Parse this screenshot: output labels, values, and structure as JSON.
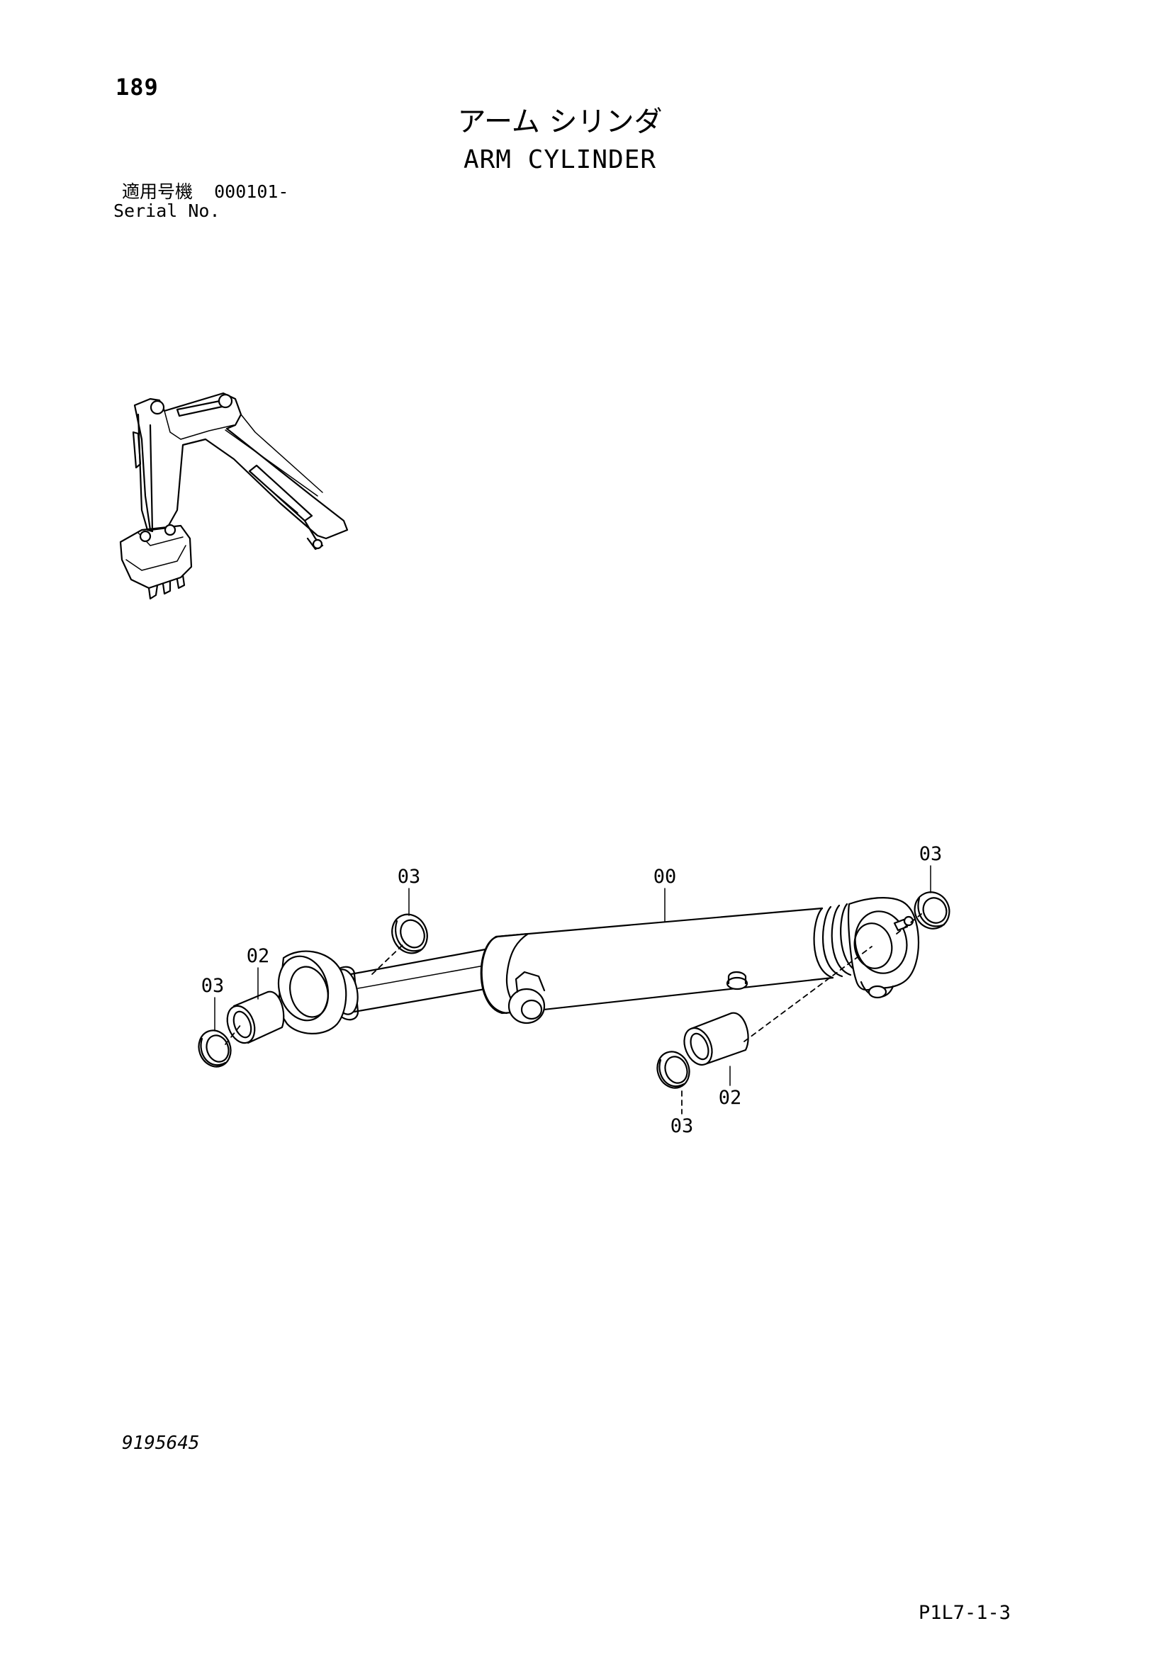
{
  "page_number": "189",
  "title_jp": "アーム シリンダ",
  "title_en": "ARM CYLINDER",
  "serial_label_jp": "適用号機",
  "serial_value": "000101-",
  "serial_label_en": "Serial No.",
  "document_number": "9195645",
  "page_code": "P1L7-1-3",
  "callouts": {
    "assembly": "00",
    "bushing_left": "02",
    "bushing_right": "02",
    "seal_left_outer": "03",
    "seal_left_top": "03",
    "seal_right_top": "03",
    "seal_right_bottom": "03"
  }
}
